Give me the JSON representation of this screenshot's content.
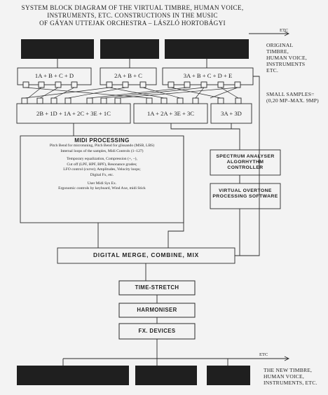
{
  "title": [
    "SYSTEM BLOCK DIAGRAM OF THE VIRTUAL TIMBRE, HUMAN VOICE,",
    "INSTRUMENTS, ETC. CONSTRUCTIONS IN THE MUSIC",
    "OF GÁYAN UTTEJAK ORCHESTRA – LÁSZLÓ HORTOBÁGYI"
  ],
  "top_etc": "ETC",
  "original_label": [
    "ORIGINAL",
    "TIMBRE,",
    "HUMAN VOICE,",
    "INSTRUMENTS",
    "ETC."
  ],
  "small_samples": [
    "SMALL SAMPLES=",
    "(0,20 MP–MAX. 9MP)"
  ],
  "source_groups": [
    "1A + B + C + D",
    "2A + B + C",
    "3A + B + C + D + E"
  ],
  "combo_groups": [
    "2B + 1D + 1A + 2C + 3E + 1C",
    "1A + 2A + 3E + 3C",
    "3A + 3D"
  ],
  "midi": {
    "heading": "MIDI PROCESSING",
    "lines": [
      "Pitch Bend for microtuning, Pitch Bend for glissando (MSB, LBS)",
      "Internal loops of the samples, Midi Controls (1–127)",
      "",
      "Temporary equalization, Compression (+, –),",
      "Cut off (LPF, HPF, BPF), Resonance grades;",
      "LFO control (curve); Amplitudes, Velocity loops;",
      "Digital Fx, etc.",
      "",
      "User Midi Sys Ex.",
      "Ergonomic controls by keyboard, Wind Axe, midi Stick"
    ]
  },
  "spectrum": [
    "SPECTRUM ANALYSER",
    "ALGORHYTHM CONTROLLER"
  ],
  "overtone": [
    "VIRTUAL OVERTONE",
    "PROCESSING SOFTWARE"
  ],
  "merge": "DIGITAL MERGE, COMBINE, MIX",
  "time_stretch": "TIME-STRETCH",
  "harmoniser": "HARMONISER",
  "fx": "FX. DEVICES",
  "bottom_etc": "ETC",
  "new_timbre": [
    "THE NEW TIMBRE,",
    "HUMAN VOICE,",
    "INSTRUMENTS, ETC."
  ],
  "colors": {
    "bar": "#1f1f1f",
    "line": "#2a2a2a",
    "background": "#f3f3f3"
  }
}
